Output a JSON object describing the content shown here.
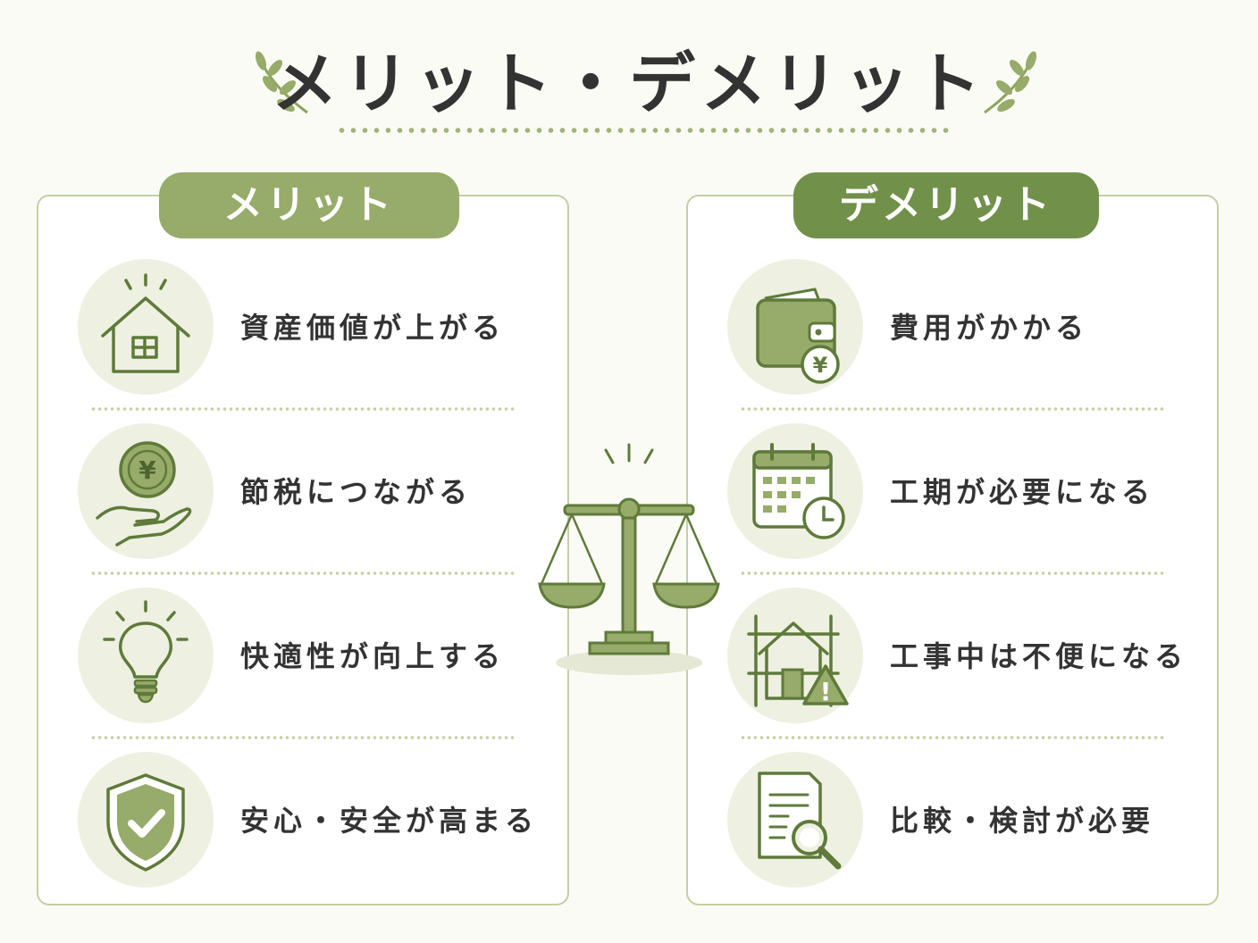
{
  "title": "メリット・デメリット",
  "merit": {
    "heading": "メリット",
    "items": [
      {
        "label": "資産価値が上がる",
        "icon": "house-icon"
      },
      {
        "label": "節税につながる",
        "icon": "yen-coin-hand-icon"
      },
      {
        "label": "快適性が向上する",
        "icon": "lightbulb-icon"
      },
      {
        "label": "安心・安全が高まる",
        "icon": "shield-check-icon"
      }
    ]
  },
  "demerit": {
    "heading": "デメリット",
    "items": [
      {
        "label": "費用がかかる",
        "icon": "wallet-yen-icon"
      },
      {
        "label": "工期が必要になる",
        "icon": "calendar-clock-icon"
      },
      {
        "label": "工事中は不便になる",
        "icon": "house-warning-icon"
      },
      {
        "label": "比較・検討が必要",
        "icon": "document-search-icon"
      }
    ]
  },
  "icons": {
    "yen_symbol": "¥",
    "warning_symbol": "!"
  },
  "colors": {
    "primary_green": "#97ab6a",
    "dark_green": "#71914a",
    "outline_green": "#5f7a3a",
    "light_green": "#eef0e1",
    "border": "#c4cfa5",
    "text": "#333333"
  }
}
